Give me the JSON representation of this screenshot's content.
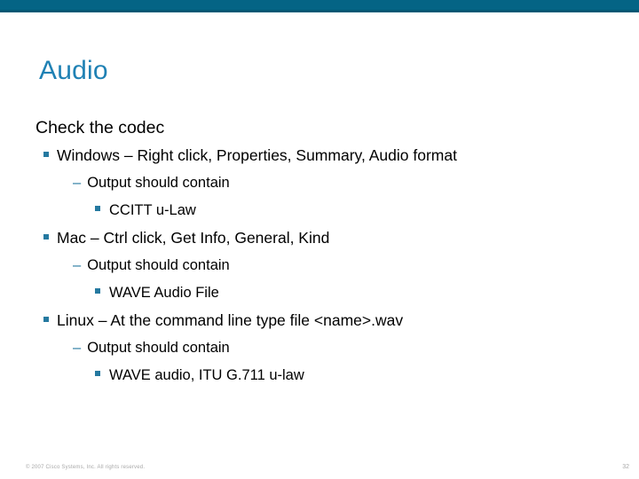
{
  "theme": {
    "bar_color": "#046485",
    "bar_rule_color": "#015874",
    "title_color": "#1f81b4",
    "bullet_color": "#2579a0",
    "body_text_color": "#000000",
    "footer_color": "#a8a8a8",
    "background": "#ffffff"
  },
  "slide": {
    "title": "Audio",
    "heading": "Check the codec",
    "bullets": [
      {
        "level": 1,
        "marker": "square-bullet",
        "text": "Windows – Right click, Properties, Summary, Audio format"
      },
      {
        "level": 2,
        "marker": "dash-bullet",
        "text": "Output should contain"
      },
      {
        "level": 3,
        "marker": "square-bullet",
        "text": "CCITT u-Law"
      },
      {
        "level": 1,
        "marker": "square-bullet",
        "text": "Mac – Ctrl click, Get Info, General, Kind"
      },
      {
        "level": 2,
        "marker": "dash-bullet",
        "text": "Output should contain"
      },
      {
        "level": 3,
        "marker": "square-bullet",
        "text": "WAVE Audio File"
      },
      {
        "level": 1,
        "marker": "square-bullet",
        "text": "Linux – At the command line type file <name>.wav"
      },
      {
        "level": 2,
        "marker": "dash-bullet",
        "text": "Output should contain"
      },
      {
        "level": 3,
        "marker": "square-bullet",
        "text": "WAVE audio, ITU G.711 u-law"
      }
    ]
  },
  "footer": {
    "copyright": "© 2007 Cisco Systems, Inc. All rights reserved.",
    "page_number": "32"
  },
  "glyphs": {
    "dash": "–"
  }
}
